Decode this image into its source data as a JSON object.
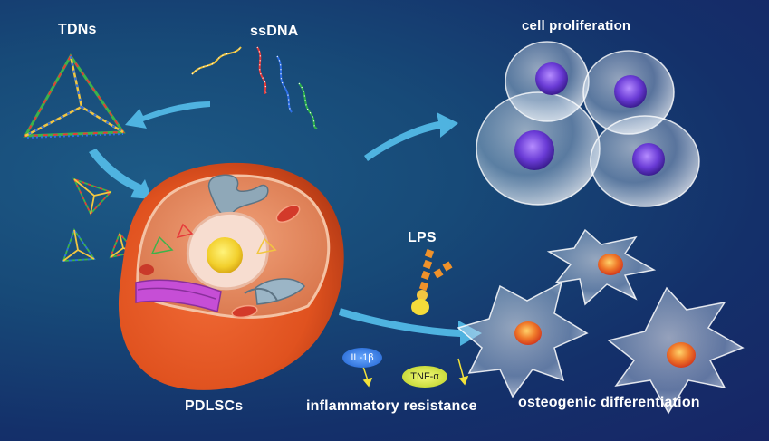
{
  "labels": {
    "tdns": "TDNs",
    "ssdna": "ssDNA",
    "cell_proliferation": "cell proliferation",
    "lps": "LPS",
    "pdlscs": "PDLSCs",
    "inflammatory_resistance": "inflammatory resistance",
    "osteogenic_differentiation": "osteogenic differentiation",
    "il1b": "IL-1β",
    "tnfa": "TNF-α"
  },
  "colors": {
    "arrow": "#4fb3e0",
    "cell_body": "#e5572a",
    "nucleus": "#f4d23c",
    "lps": "#f0922a",
    "il1b_pill": "#1f6fd6",
    "tnfa_pill": "#cfe23a"
  }
}
